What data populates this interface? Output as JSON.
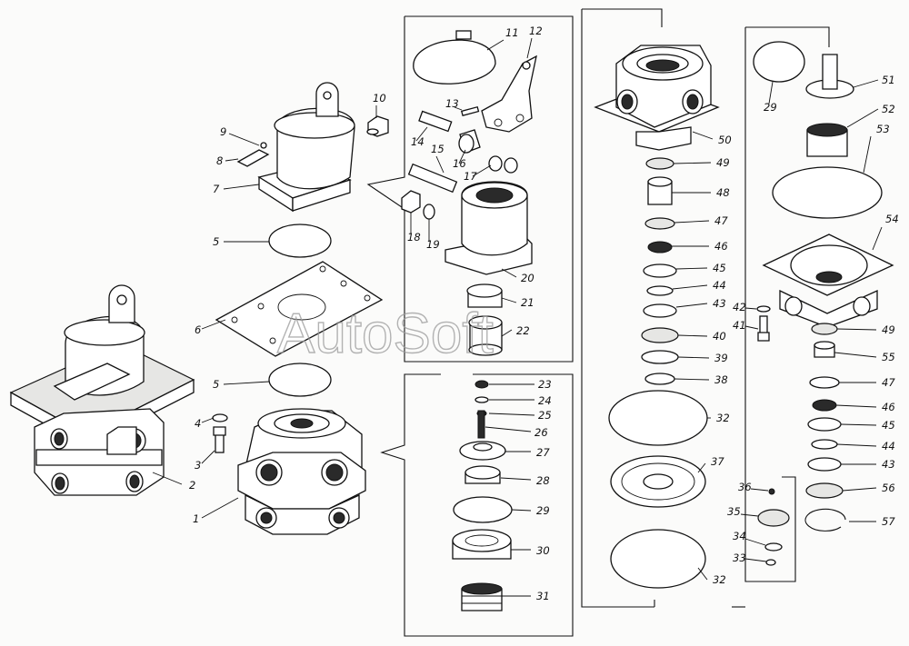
{
  "watermark": "AutoSoft",
  "callouts": [
    "1",
    "2",
    "3",
    "4",
    "5",
    "6",
    "5",
    "7",
    "8",
    "9",
    "10",
    "11",
    "12",
    "13",
    "14",
    "15",
    "16",
    "17",
    "18",
    "19",
    "20",
    "21",
    "22",
    "23",
    "24",
    "25",
    "26",
    "27",
    "28",
    "29",
    "30",
    "31",
    "32",
    "37",
    "32",
    "33",
    "34",
    "35",
    "36",
    "38",
    "39",
    "40",
    "43",
    "44",
    "45",
    "46",
    "47",
    "48",
    "49",
    "50",
    "29",
    "51",
    "52",
    "53",
    "54",
    "41",
    "42",
    "49",
    "55",
    "47",
    "46",
    "45",
    "44",
    "43",
    "56",
    "57"
  ]
}
